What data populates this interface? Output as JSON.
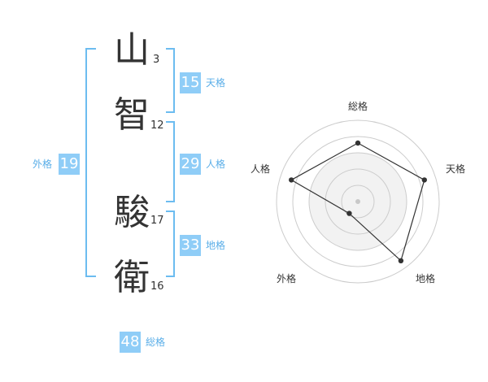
{
  "name_chars": [
    {
      "char": "山",
      "strokes": "3"
    },
    {
      "char": "智",
      "strokes": "12"
    },
    {
      "char": "駿",
      "strokes": "17"
    },
    {
      "char": "衛",
      "strokes": "16"
    }
  ],
  "fortunes": {
    "tenkaku": {
      "value": "15",
      "label": "天格"
    },
    "jinkaku": {
      "value": "29",
      "label": "人格"
    },
    "chikaku": {
      "value": "33",
      "label": "地格"
    },
    "gaikaku": {
      "value": "19",
      "label": "外格"
    },
    "soukaku": {
      "value": "48",
      "label": "総格"
    }
  },
  "colors": {
    "accent": "#8fcdf7",
    "bracket": "#6cbcf0",
    "label": "#5aaee8"
  },
  "chart_data": {
    "type": "radar",
    "axes": [
      "総格",
      "天格",
      "地格",
      "外格",
      "人格"
    ],
    "values": [
      0.72,
      0.86,
      0.9,
      0.18,
      0.86
    ],
    "range": [
      0,
      1
    ],
    "rings": 5
  }
}
